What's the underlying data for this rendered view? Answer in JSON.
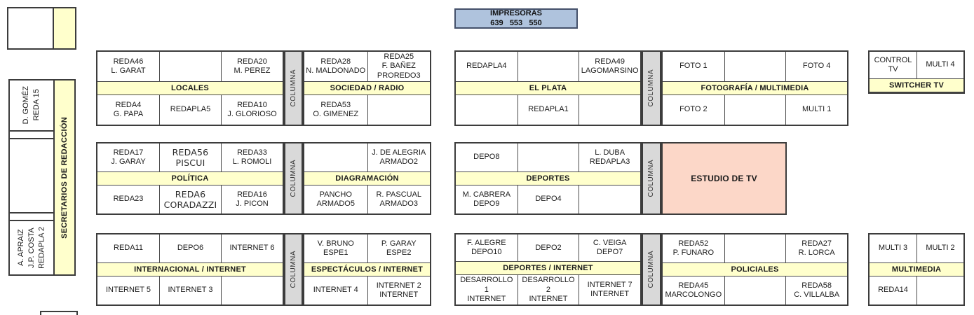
{
  "colors": {
    "header_fill": "#ffffcc",
    "column_fill": "#d9d9d9",
    "studio_fill": "#fcd7c8",
    "printers_fill": "#afc3dd",
    "border": "#3c3c3c"
  },
  "labels": {
    "columna": "COLUMNA"
  },
  "impresoras": {
    "title": "IMPRESORAS",
    "numbers": "639   553   550"
  },
  "left": {
    "strip": "SECRETARIOS DE REDACCIÓN",
    "desk_top": "REDA 15\nD. GOMÉZ",
    "desk_bottom": "REDAPLA 2\nJ.P. COSTA\nA. APRAIZ"
  },
  "estudio": {
    "label": "ESTUDIO DE TV"
  },
  "tables": [
    {
      "name": "locales",
      "header": "LOCALES",
      "cols": 3,
      "top": [
        "REDA46\nL. GARAT",
        "",
        "REDA20\nM. PEREZ"
      ],
      "bottom": [
        "REDA4\nG. PAPA",
        "REDAPLA5",
        "REDA10\nJ. GLORIOSO"
      ]
    },
    {
      "name": "sociedad-radio",
      "header": "SOCIEDAD / RADIO",
      "cols": 2,
      "top": [
        "REDA28\nN. MALDONADO",
        "REDA25\nF. BAÑEZ\nPROREDO3"
      ],
      "bottom": [
        "REDA53\nO. GIMENEZ",
        ""
      ]
    },
    {
      "name": "el-plata",
      "header": "EL PLATA",
      "cols": 3,
      "top": [
        "REDAPLA4",
        "",
        "REDA49\nLAGOMARSINO"
      ],
      "bottom": [
        "",
        "REDAPLA1",
        ""
      ]
    },
    {
      "name": "fotografia-multimedia",
      "header": "FOTOGRAFÍA / MULTIMEDIA",
      "cols": 3,
      "top": [
        "FOTO 1",
        "",
        "FOTO 4"
      ],
      "bottom": [
        "FOTO 2",
        "",
        "MULTI 1"
      ]
    },
    {
      "name": "switcher-tv",
      "header": "SWITCHER TV",
      "cols": 2,
      "top": [
        "CONTROL TV",
        "MULTI 4"
      ]
    },
    {
      "name": "politica",
      "header": "POLÍTICA",
      "cols": 3,
      "top": [
        "REDA17\nJ. GARAY",
        {
          "text": "REDA56\nPISCUI",
          "alt": true
        },
        "REDA33\nL. ROMOLI"
      ],
      "bottom": [
        "REDA23",
        {
          "text": "REDA6\nCORADAZZI",
          "alt": true
        },
        "REDA16\nJ. PICON"
      ]
    },
    {
      "name": "diagramacion",
      "header": "DIAGRAMACIÓN",
      "cols": 2,
      "top": [
        "",
        "J. DE ALEGRIA\nARMADO2"
      ],
      "bottom": [
        "PANCHO\nARMADO5",
        "R. PASCUAL\nARMADO3"
      ]
    },
    {
      "name": "deportes",
      "header": "DEPORTES",
      "cols": 3,
      "top": [
        "DEPO8",
        "",
        "L. DUBA\nREDAPLA3"
      ],
      "bottom": [
        "M. CABRERA\nDEPO9",
        "DEPO4",
        ""
      ]
    },
    {
      "name": "internacional-internet",
      "header": "INTERNACIONAL / INTERNET",
      "cols": 3,
      "top": [
        "REDA11",
        "DEPO6",
        "INTERNET 6"
      ],
      "bottom": [
        "INTERNET 5",
        "INTERNET 3",
        ""
      ]
    },
    {
      "name": "espectaculos-internet",
      "header": "ESPECTÁCULOS / INTERNET",
      "cols": 2,
      "top": [
        "V. BRUNO\nESPE1",
        "P. GARAY\nESPE2"
      ],
      "bottom": [
        "INTERNET 4",
        "INTERNET 2\nINTERNET"
      ]
    },
    {
      "name": "deportes-internet",
      "header": "DEPORTES / INTERNET",
      "cols": 3,
      "top": [
        "F. ALEGRE\nDEPO10",
        "DEPO2",
        "C. VEIGA\nDEPO7"
      ],
      "bottom": [
        "DESARROLLO 1\nINTERNET",
        "DESARROLLO 2\nINTERNET",
        "INTERNET 7\nINTERNET"
      ]
    },
    {
      "name": "policiales",
      "header": "POLICIALES",
      "cols": 3,
      "top": [
        "REDA52\nP. FUNARO",
        "",
        "REDA27\nR. LORCA"
      ],
      "bottom": [
        "REDA45\nMARCOLONGO",
        "",
        "REDA58\nC. VILLALBA"
      ]
    },
    {
      "name": "multimedia",
      "header": "MULTIMEDIA",
      "cols": 2,
      "top": [
        "MULTI 3",
        "MULTI 2"
      ],
      "bottom": [
        "REDA14",
        ""
      ]
    }
  ]
}
